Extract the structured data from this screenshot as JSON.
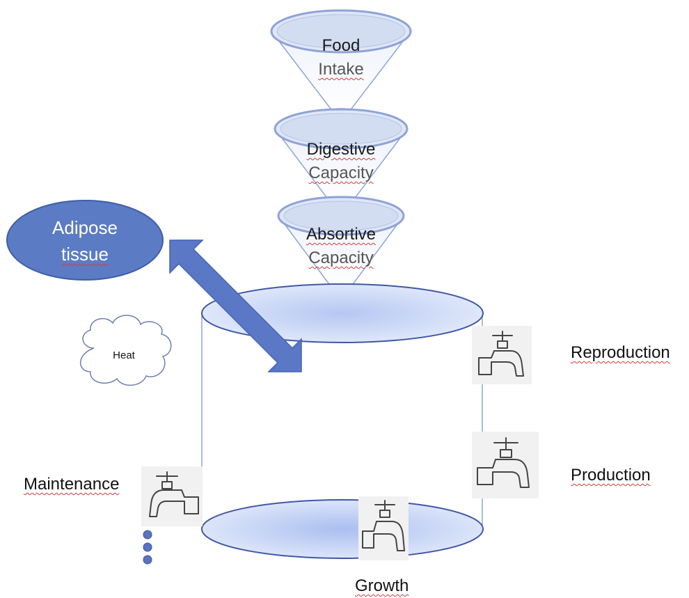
{
  "funnels": [
    {
      "line1": "Food",
      "line2": "Intake"
    },
    {
      "line1": "Digestive",
      "line2": "Capacity"
    },
    {
      "line1": "Absortive",
      "line2": "Capacity"
    }
  ],
  "adipose": {
    "line1": "Adipose",
    "line2": "tissue"
  },
  "heat": {
    "label": "Heat"
  },
  "outputs": {
    "reproduction": "Reproduction",
    "production": "Production",
    "maintenance": "Maintenance",
    "growth": "Growth"
  },
  "colors": {
    "funnel_fill": "#c9d6f0",
    "funnel_stroke": "#7f97cf",
    "adipose_fill": "#5b7cc4",
    "arrow_fill": "#5b78c7",
    "tank_stroke": "#6f8fd0",
    "tank_fill": "#b9c9f0",
    "dot": "#5b72c0"
  }
}
